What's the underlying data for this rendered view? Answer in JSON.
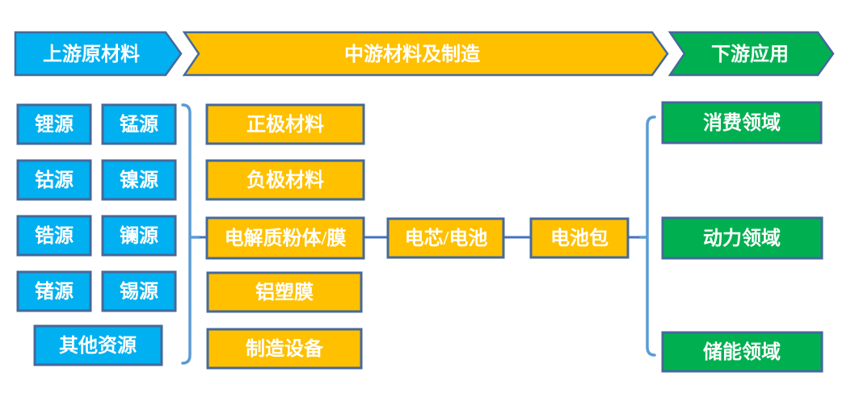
{
  "colors": {
    "upstream_fill": "#00B0F0",
    "midstream_fill": "#FFC000",
    "downstream_fill": "#00B050",
    "shape_border": "#44699B",
    "bracket_line": "#5B9BD5",
    "connector_line": "#4472C4",
    "label_text": "#FFFFFF",
    "background": "#FFFFFF"
  },
  "stages": {
    "upstream": "上游原材料",
    "midstream": "中游材料及制造",
    "downstream": "下游应用"
  },
  "upstream_items": [
    "锂源",
    "锰源",
    "钴源",
    "镍源",
    "锆源",
    "镧源",
    "锗源",
    "锡源",
    "其他资源"
  ],
  "midstream_materials": [
    "正极材料",
    "负极材料",
    "电解质粉体/膜",
    "铝塑膜",
    "制造设备"
  ],
  "midstream_chain": [
    "电芯/电池",
    "电池包"
  ],
  "downstream_items": [
    "消费领域",
    "动力领域",
    "储能领域"
  ]
}
